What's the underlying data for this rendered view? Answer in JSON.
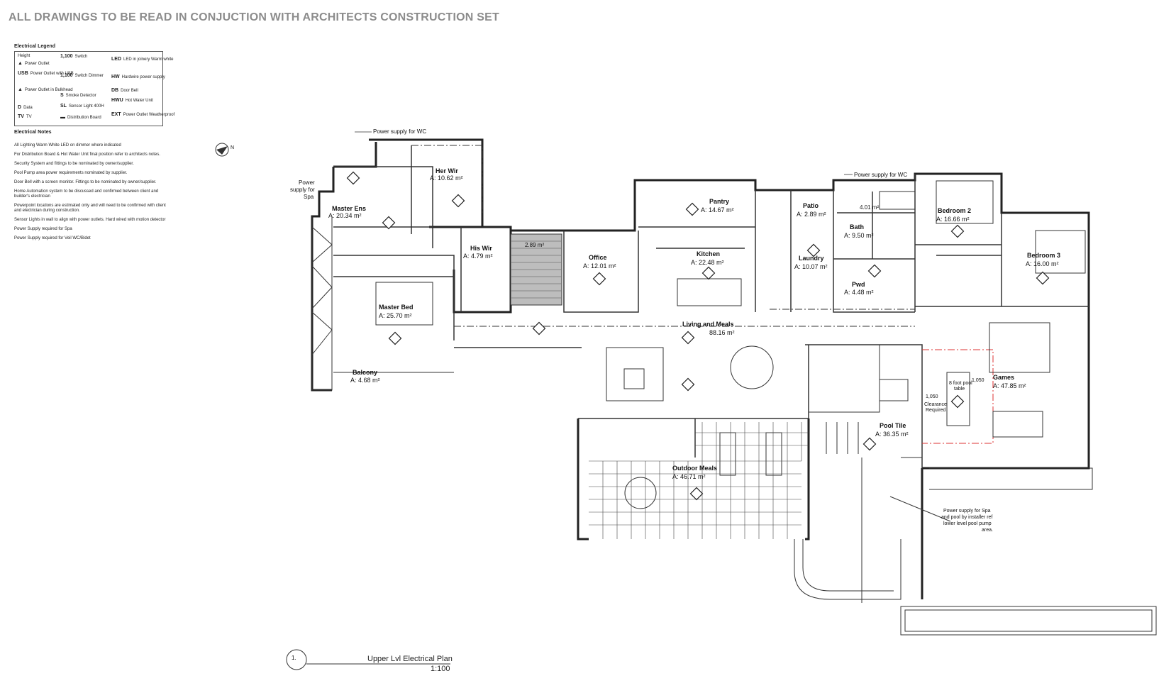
{
  "banner": "ALL DRAWINGS TO BE READ IN CONJUCTION WITH ARCHITECTS CONSTRUCTION SET",
  "legend": {
    "title": "Electrical Legend",
    "items": [
      {
        "sym": "Height",
        "label": ""
      },
      {
        "sym": "",
        "label": "Power Outlet"
      },
      {
        "sym": "USB",
        "label": "Power Outlet with USB"
      },
      {
        "sym": "",
        "label": "Power Outlet in Bulkhead"
      },
      {
        "sym": "D",
        "label": "Data"
      },
      {
        "sym": "TV",
        "label": "TV"
      },
      {
        "sym": "1,100",
        "label": "Switch"
      },
      {
        "sym": "1,100",
        "label": "Switch Dimmer"
      },
      {
        "sym": "S",
        "label": "Smoke Detector"
      },
      {
        "sym": "SL",
        "label": "Sensor Light 400H"
      },
      {
        "sym": "",
        "label": "Distribution Board"
      },
      {
        "sym": "LED",
        "label": "LED in joinery Warm white"
      },
      {
        "sym": "HW",
        "label": "Hardwire power supply"
      },
      {
        "sym": "DB",
        "label": "Door Bell"
      },
      {
        "sym": "HWU",
        "label": "Hot Water Unit"
      },
      {
        "sym": "EXT",
        "label": "Power Outlet Weatherproof"
      }
    ]
  },
  "notes": {
    "title": "Electrical Notes",
    "items": [
      "All Lighting Warm White LED on dimmer where indicated",
      "For Distribution Board & Hot Water Unit final position refer to architects notes.",
      "Security System and fittings to be nominated by owner/supplier.",
      "Pool Pump area power requirements nominated by supplier.",
      "Door Bell with a screen monitor. Fittings to be nominated by owner/supplier.",
      "Home Automation system to be discussed and confirmed between client and builder's electrician",
      "Powerpoint locations are estimated only and will need to be confirmed with client and electrician during construction.",
      "Sensor Lights in wall to align with power outlets. Hard wired with motion detector",
      "Power Supply required for Spa",
      "Power Supply required for Veil WC/Bidet"
    ]
  },
  "rooms": [
    {
      "name": "Her Wir",
      "area": "A: 10.62 m²"
    },
    {
      "name": "Master Ens",
      "area": "A: 20.34 m²"
    },
    {
      "name": "His Wir",
      "area": "A: 4.79 m²"
    },
    {
      "name": "Master Bed",
      "area": "A: 25.70 m²"
    },
    {
      "name": "Balcony",
      "area": "A: 4.68 m²"
    },
    {
      "name": "Office",
      "area": "A: 12.01 m²"
    },
    {
      "name": "Pantry",
      "area": "A: 14.67 m²"
    },
    {
      "name": "Kitchen",
      "area": "A: 22.48 m²"
    },
    {
      "name": "Living and Meals",
      "area": "88.16 m²"
    },
    {
      "name": "Patio",
      "area": "A: 2.89 m²"
    },
    {
      "name": "Laundry",
      "area": "A: 10.07 m²"
    },
    {
      "name": "Bath",
      "area": "A: 9.50 m²"
    },
    {
      "name": "Pwd",
      "area": "A: 4.48 m²"
    },
    {
      "name": "Bedroom 2",
      "area": "A: 16.66 m²"
    },
    {
      "name": "Bedroom 3",
      "area": "A: 16.00 m²"
    },
    {
      "name": "Games",
      "area": "A: 47.85 m²"
    },
    {
      "name": "Pool Tile",
      "area": "A: 36.35 m²"
    },
    {
      "name": "Outdoor Meals",
      "area": "A: 46.71 m²"
    }
  ],
  "annotations": {
    "wc_supply_1": "Power supply for WC",
    "wc_supply_2": "Power supply for WC",
    "spa_supply": [
      "Power",
      "supply for",
      "Spa"
    ],
    "pool_supply": [
      "Power supply for Spa",
      "and pool by installer ref",
      "lower level pool pump",
      "area."
    ],
    "stair_area": "2.89 m²",
    "kitchen_area_small": "4.01 m²",
    "pool_table": [
      "8 foot pool",
      "table"
    ],
    "clearance": [
      "Clearance",
      "Required"
    ],
    "dim_1050_a": "1,050",
    "dim_1050_b": "1,050",
    "north": "N"
  },
  "view_title": {
    "number": "1.",
    "name": "Upper Lvl Electrical Plan",
    "scale": "1:100"
  }
}
